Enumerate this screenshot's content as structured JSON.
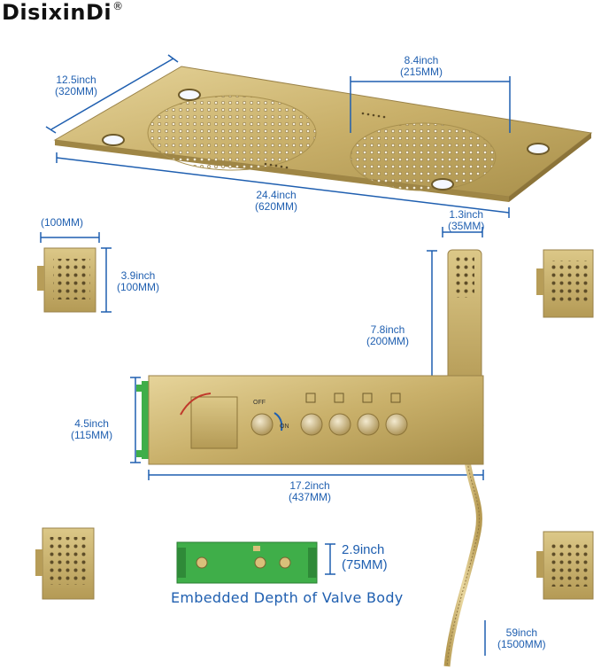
{
  "brand": {
    "name": "DisixinDi",
    "trademark": "®"
  },
  "colors": {
    "dimension_blue": "#1f5fb0",
    "brushed_gold": "#c8b06a",
    "valve_green": "#3fae49"
  },
  "dimensions": {
    "rain_depth": {
      "inch": "12.5inch",
      "mm": "(320MM)"
    },
    "rain_width": {
      "inch": "24.4inch",
      "mm": "(620MM)"
    },
    "round_head": {
      "inch": "8.4inch",
      "mm": "(215MM)"
    },
    "handle_width": {
      "inch": "1.3inch",
      "mm": "(35MM)"
    },
    "jet_width": {
      "mm": "(100MM)"
    },
    "jet_height": {
      "inch": "3.9inch",
      "mm": "(100MM)"
    },
    "handle_length": {
      "inch": "7.8inch",
      "mm": "(200MM)"
    },
    "panel_height": {
      "inch": "4.5inch",
      "mm": "(115MM)"
    },
    "panel_width": {
      "inch": "17.2inch",
      "mm": "(437MM)"
    },
    "valve_depth": {
      "inch": "2.9inch",
      "mm": "(75MM)"
    },
    "hose_length": {
      "inch": "59inch",
      "mm": "(1500MM)"
    }
  },
  "panel_labels": {
    "off": "OFF",
    "on": "ON"
  },
  "caption": "Embedded Depth of Valve Body"
}
